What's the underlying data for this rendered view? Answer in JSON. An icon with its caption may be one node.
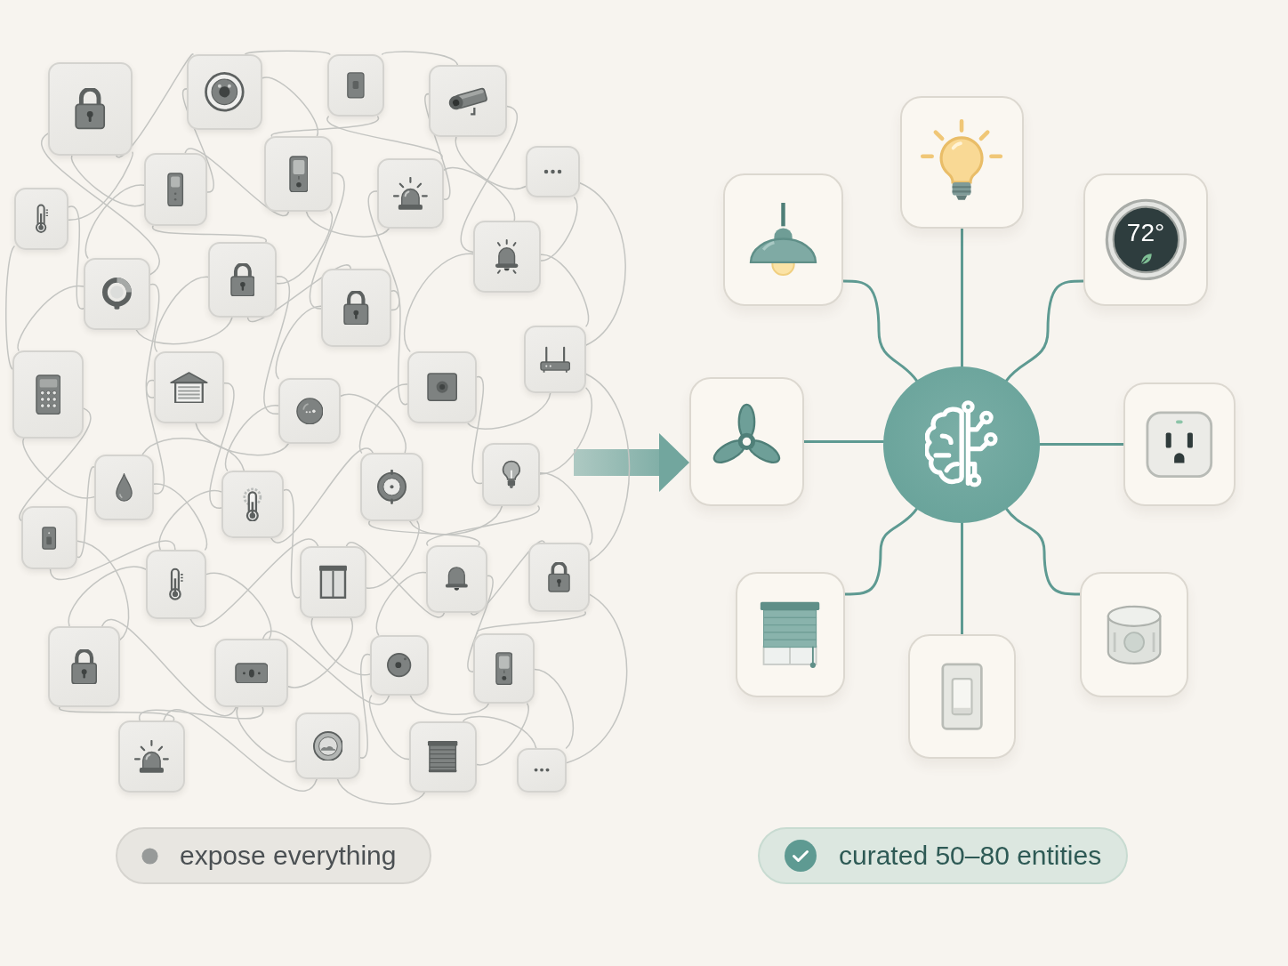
{
  "diagram": {
    "nodes": [
      {
        "text": [],
        "shape": "picture"
      },
      {
        "text": [],
        "shape": "picture"
      },
      {
        "text": [],
        "shape": "picture"
      },
      {
        "text": [],
        "shape": "picture"
      },
      {
        "text": [],
        "shape": "picture"
      },
      {
        "text": [],
        "shape": "picture"
      },
      {
        "text": [],
        "shape": "picture"
      },
      {
        "text": [],
        "shape": "picture"
      },
      {
        "text": [],
        "shape": "picture"
      },
      {
        "text": [],
        "shape": "picture"
      },
      {
        "text": [],
        "shape": "picture"
      },
      {
        "text": [],
        "shape": "picture"
      },
      {
        "text": [],
        "shape": "picture"
      },
      {
        "text": [],
        "shape": "picture"
      },
      {
        "text": [],
        "shape": "picture"
      },
      {
        "text": [],
        "shape": "picture"
      },
      {
        "text": [],
        "shape": "picture"
      },
      {
        "text": [],
        "shape": "picture"
      },
      {
        "text": [],
        "shape": "picture"
      },
      {
        "text": [],
        "shape": "picture"
      },
      {
        "text": [],
        "shape": "picture"
      },
      {
        "text": [],
        "shape": "picture"
      },
      {
        "text": [],
        "shape": "picture"
      },
      {
        "text": [],
        "shape": "picture"
      },
      {
        "text": [],
        "shape": "picture"
      },
      {
        "text": [],
        "shape": "picture"
      },
      {
        "text": [],
        "shape": "picture"
      },
      {
        "text": [],
        "shape": "picture"
      },
      {
        "text": [],
        "shape": "picture"
      },
      {
        "text": [],
        "shape": "picture"
      },
      {
        "text": [],
        "shape": "picture"
      },
      {
        "text": [],
        "shape": "picture"
      },
      {
        "text": [],
        "shape": "picture"
      },
      {
        "text": [],
        "shape": "picture"
      },
      {
        "text": [],
        "shape": "picture"
      },
      {
        "text": [],
        "shape": "picture"
      },
      {
        "text": [],
        "shape": "picture"
      },
      {
        "text": [
          "72°"
        ]
      },
      {
        "text": [],
        "shape": "picture"
      },
      {
        "text": [],
        "shape": "circle"
      },
      {
        "text": [],
        "shape": "picture"
      },
      {
        "text": [],
        "shape": "picture"
      },
      {
        "text": [],
        "shape": "picture"
      },
      {
        "text": [],
        "shape": "picture"
      },
      {
        "text": [
          "expose everything"
        ]
      },
      {
        "text": [
          "curated 50–80 entities"
        ]
      }
    ],
    "edges": [
      {
        "from": null,
        "to": 38,
        "arrow": "to",
        "style": "thick",
        "color": "#72a69e"
      },
      {
        "from": 39,
        "to": 35,
        "arrow": "none",
        "color": "#5e9a92"
      },
      {
        "from": 39,
        "to": 36,
        "arrow": "none",
        "color": "#5e9a92"
      },
      {
        "from": 39,
        "to": 37,
        "arrow": "none",
        "color": "#5e9a92"
      },
      {
        "from": 39,
        "to": 38,
        "arrow": "none",
        "color": "#5e9a92"
      },
      {
        "from": 39,
        "to": 40,
        "arrow": "none",
        "color": "#5e9a92"
      },
      {
        "from": 39,
        "to": 41,
        "arrow": "none",
        "color": "#5e9a92"
      },
      {
        "from": 39,
        "to": 42,
        "arrow": "none",
        "color": "#5e9a92"
      },
      {
        "from": 39,
        "to": 43,
        "arrow": "none",
        "color": "#5e9a92"
      },
      {
        "from": 0,
        "to": 1,
        "arrow": "none"
      },
      {
        "from": 0,
        "to": 5,
        "arrow": "none"
      },
      {
        "from": 0,
        "to": 6,
        "arrow": "none"
      },
      {
        "from": 0,
        "to": 10,
        "arrow": "none"
      },
      {
        "from": 1,
        "to": 2,
        "arrow": "none"
      },
      {
        "from": 1,
        "to": 7,
        "arrow": "none"
      },
      {
        "from": 1,
        "to": 6,
        "arrow": "none"
      },
      {
        "from": 2,
        "to": 3,
        "arrow": "none"
      },
      {
        "from": 2,
        "to": 8,
        "arrow": "none"
      },
      {
        "from": 2,
        "to": 7,
        "arrow": "none"
      },
      {
        "from": 3,
        "to": 4,
        "arrow": "none"
      },
      {
        "from": 3,
        "to": 9,
        "arrow": "none"
      },
      {
        "from": 3,
        "to": 8,
        "arrow": "none"
      },
      {
        "from": 4,
        "to": 9,
        "arrow": "none"
      },
      {
        "from": 4,
        "to": 13,
        "arrow": "none"
      },
      {
        "from": 5,
        "to": 10,
        "arrow": "none"
      },
      {
        "from": 5,
        "to": 14,
        "arrow": "none"
      },
      {
        "from": 6,
        "to": 7,
        "arrow": "none"
      },
      {
        "from": 6,
        "to": 11,
        "arrow": "none"
      },
      {
        "from": 6,
        "to": 10,
        "arrow": "none"
      },
      {
        "from": 7,
        "to": 8,
        "arrow": "none"
      },
      {
        "from": 7,
        "to": 12,
        "arrow": "none"
      },
      {
        "from": 7,
        "to": 11,
        "arrow": "none"
      },
      {
        "from": 8,
        "to": 9,
        "arrow": "none"
      },
      {
        "from": 8,
        "to": 12,
        "arrow": "none"
      },
      {
        "from": 9,
        "to": 13,
        "arrow": "none"
      },
      {
        "from": 9,
        "to": 17,
        "arrow": "none"
      },
      {
        "from": 10,
        "to": 15,
        "arrow": "none"
      },
      {
        "from": 10,
        "to": 14,
        "arrow": "none"
      },
      {
        "from": 10,
        "to": 11,
        "arrow": "none"
      },
      {
        "from": 11,
        "to": 12,
        "arrow": "none"
      },
      {
        "from": 11,
        "to": 16,
        "arrow": "none"
      },
      {
        "from": 11,
        "to": 15,
        "arrow": "none"
      },
      {
        "from": 12,
        "to": 17,
        "arrow": "none"
      },
      {
        "from": 12,
        "to": 16,
        "arrow": "none"
      },
      {
        "from": 13,
        "to": 21,
        "arrow": "none"
      },
      {
        "from": 13,
        "to": 26,
        "arrow": "none"
      },
      {
        "from": 13,
        "to": 17,
        "arrow": "none"
      },
      {
        "from": 14,
        "to": 18,
        "arrow": "none"
      },
      {
        "from": 14,
        "to": 22,
        "arrow": "none"
      },
      {
        "from": 15,
        "to": 16,
        "arrow": "none"
      },
      {
        "from": 15,
        "to": 19,
        "arrow": "none"
      },
      {
        "from": 15,
        "to": 18,
        "arrow": "none"
      },
      {
        "from": 16,
        "to": 20,
        "arrow": "none"
      },
      {
        "from": 16,
        "to": 19,
        "arrow": "none"
      },
      {
        "from": 17,
        "to": 21,
        "arrow": "none"
      },
      {
        "from": 17,
        "to": 20,
        "arrow": "none"
      },
      {
        "from": 18,
        "to": 19,
        "arrow": "none"
      },
      {
        "from": 18,
        "to": 22,
        "arrow": "none"
      },
      {
        "from": 18,
        "to": 23,
        "arrow": "none"
      },
      {
        "from": 19,
        "to": 20,
        "arrow": "none"
      },
      {
        "from": 19,
        "to": 24,
        "arrow": "none"
      },
      {
        "from": 19,
        "to": 23,
        "arrow": "none"
      },
      {
        "from": 20,
        "to": 21,
        "arrow": "none"
      },
      {
        "from": 20,
        "to": 25,
        "arrow": "none"
      },
      {
        "from": 20,
        "to": 24,
        "arrow": "none"
      },
      {
        "from": 21,
        "to": 26,
        "arrow": "none"
      },
      {
        "from": 21,
        "to": 25,
        "arrow": "none"
      },
      {
        "from": 22,
        "to": 23,
        "arrow": "none"
      },
      {
        "from": 22,
        "to": 27,
        "arrow": "none"
      },
      {
        "from": 23,
        "to": 24,
        "arrow": "none"
      },
      {
        "from": 23,
        "to": 28,
        "arrow": "none"
      },
      {
        "from": 23,
        "to": 27,
        "arrow": "none"
      },
      {
        "from": 24,
        "to": 25,
        "arrow": "none"
      },
      {
        "from": 24,
        "to": 29,
        "arrow": "none"
      },
      {
        "from": 24,
        "to": 28,
        "arrow": "none"
      },
      {
        "from": 25,
        "to": 26,
        "arrow": "none"
      },
      {
        "from": 25,
        "to": 30,
        "arrow": "none"
      },
      {
        "from": 25,
        "to": 29,
        "arrow": "none"
      },
      {
        "from": 26,
        "to": 30,
        "arrow": "none"
      },
      {
        "from": 26,
        "to": 34,
        "arrow": "none"
      },
      {
        "from": 27,
        "to": 28,
        "arrow": "none"
      },
      {
        "from": 27,
        "to": 31,
        "arrow": "none"
      },
      {
        "from": 28,
        "to": 29,
        "arrow": "none"
      },
      {
        "from": 28,
        "to": 32,
        "arrow": "none"
      },
      {
        "from": 28,
        "to": 31,
        "arrow": "none"
      },
      {
        "from": 29,
        "to": 30,
        "arrow": "none"
      },
      {
        "from": 29,
        "to": 33,
        "arrow": "none"
      },
      {
        "from": 29,
        "to": 32,
        "arrow": "none"
      },
      {
        "from": 30,
        "to": 34,
        "arrow": "none"
      },
      {
        "from": 30,
        "to": 33,
        "arrow": "none"
      },
      {
        "from": 31,
        "to": 32,
        "arrow": "none"
      },
      {
        "from": 32,
        "to": 33,
        "arrow": "none"
      },
      {
        "from": 33,
        "to": 34,
        "arrow": "none"
      }
    ]
  }
}
